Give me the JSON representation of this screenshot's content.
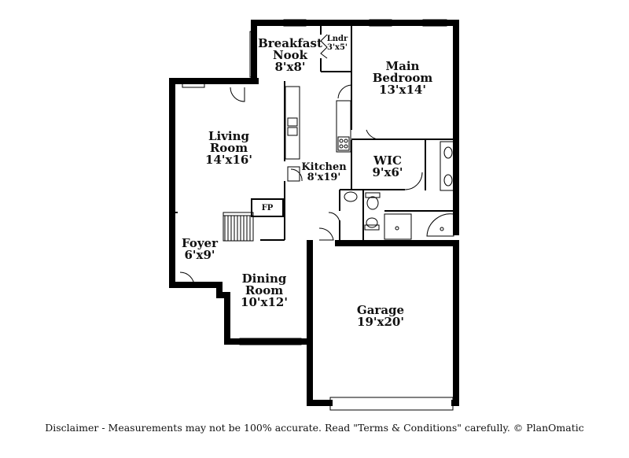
{
  "rooms": {
    "breakfast_nook": {
      "name_line1": "Breakfast",
      "name_line2": "Nook",
      "size": "8'x8'"
    },
    "laundry": {
      "name": "Lndr",
      "size": "3'x5'"
    },
    "main_bedroom": {
      "name_line1": "Main",
      "name_line2": "Bedroom",
      "size": "13'x14'"
    },
    "living_room": {
      "name_line1": "Living",
      "name_line2": "Room",
      "size": "14'x16'"
    },
    "kitchen": {
      "name": "Kitchen",
      "size": "8'x19'"
    },
    "wic": {
      "name": "WIC",
      "size": "9'x6'"
    },
    "fireplace": {
      "name": "FP"
    },
    "foyer": {
      "name": "Foyer",
      "size": "6'x9'"
    },
    "dining_room": {
      "name_line1": "Dining",
      "name_line2": "Room",
      "size": "10'x12'"
    },
    "garage": {
      "name": "Garage",
      "size": "19'x20'"
    }
  },
  "disclaimer": "Disclaimer - Measurements may not be 100% accurate. Read \"Terms & Conditions\" carefully. © PlanOmatic"
}
